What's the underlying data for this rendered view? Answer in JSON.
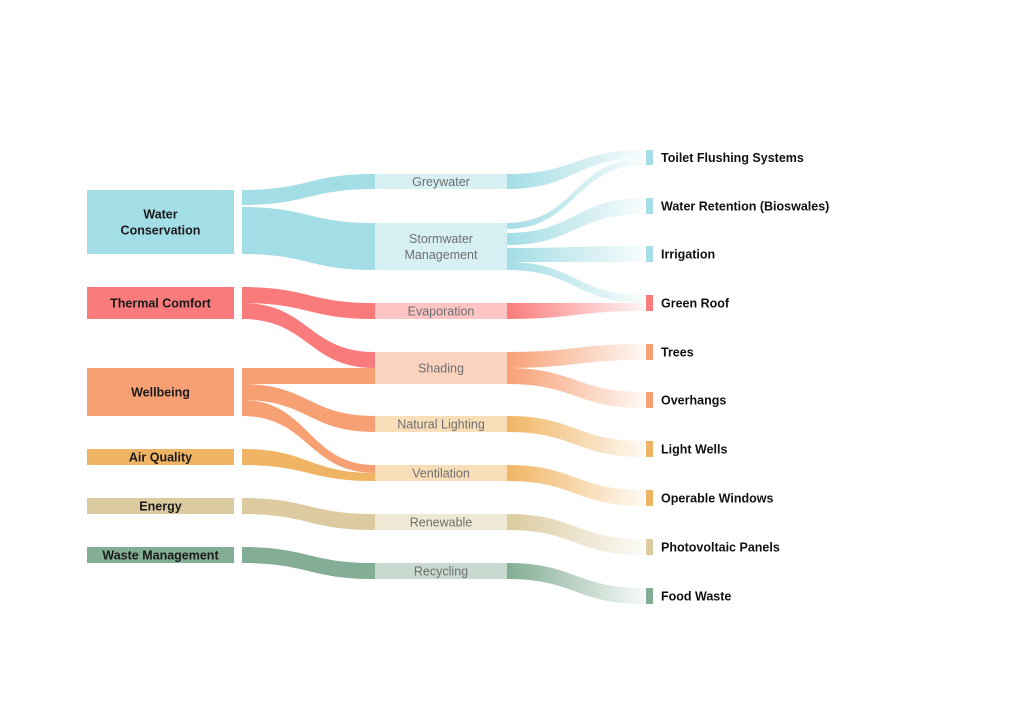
{
  "colors": {
    "water": "#a3dde5",
    "thermal": "#fa7b7b",
    "wellbeing": "#f7a074",
    "air": "#f0b564",
    "energy": "#dccba0",
    "waste": "#84ad95"
  },
  "sources": [
    {
      "id": "water",
      "lines": [
        "Water",
        "Conservation"
      ],
      "color": "water"
    },
    {
      "id": "thermal",
      "lines": [
        "Thermal Comfort"
      ],
      "color": "thermal"
    },
    {
      "id": "wellbeing",
      "lines": [
        "Wellbeing"
      ],
      "color": "wellbeing"
    },
    {
      "id": "air",
      "lines": [
        "Air Quality"
      ],
      "color": "air"
    },
    {
      "id": "energy",
      "lines": [
        "Energy"
      ],
      "color": "energy"
    },
    {
      "id": "waste",
      "lines": [
        "Waste Management"
      ],
      "color": "waste"
    }
  ],
  "middles": [
    {
      "id": "greywater",
      "lines": [
        "Greywater"
      ],
      "color": "water"
    },
    {
      "id": "stormwater",
      "lines": [
        "Stormwater",
        "Management"
      ],
      "color": "water"
    },
    {
      "id": "evaporation",
      "lines": [
        "Evaporation"
      ],
      "color": "thermal"
    },
    {
      "id": "shading",
      "lines": [
        "Shading"
      ],
      "color": "wellbeing"
    },
    {
      "id": "natural-lighting",
      "lines": [
        "Natural Lighting"
      ],
      "color": "air"
    },
    {
      "id": "ventilation",
      "lines": [
        "Ventilation"
      ],
      "color": "air"
    },
    {
      "id": "renewable",
      "lines": [
        "Renewable"
      ],
      "color": "energy"
    },
    {
      "id": "recycling",
      "lines": [
        "Recycling"
      ],
      "color": "waste"
    }
  ],
  "targets": [
    {
      "id": "toilet",
      "label": "Toilet Flushing Systems",
      "color": "water"
    },
    {
      "id": "retention",
      "label": "Water Retention (Bioswales)",
      "color": "water"
    },
    {
      "id": "irrigation",
      "label": "Irrigation",
      "color": "water"
    },
    {
      "id": "green-roof",
      "label": "Green Roof",
      "color": "thermal"
    },
    {
      "id": "trees",
      "label": "Trees",
      "color": "wellbeing"
    },
    {
      "id": "overhangs",
      "label": "Overhangs",
      "color": "wellbeing"
    },
    {
      "id": "light-wells",
      "label": "Light Wells",
      "color": "air"
    },
    {
      "id": "operable-windows",
      "label": "Operable Windows",
      "color": "air"
    },
    {
      "id": "pv-panels",
      "label": "Photovoltaic Panels",
      "color": "energy"
    },
    {
      "id": "food-waste",
      "label": "Food Waste",
      "color": "waste"
    }
  ],
  "links_left": [
    {
      "from": "water",
      "to": "greywater"
    },
    {
      "from": "water",
      "to": "stormwater"
    },
    {
      "from": "thermal",
      "to": "evaporation"
    },
    {
      "from": "thermal",
      "to": "shading"
    },
    {
      "from": "wellbeing",
      "to": "shading"
    },
    {
      "from": "wellbeing",
      "to": "natural-lighting"
    },
    {
      "from": "wellbeing",
      "to": "ventilation"
    },
    {
      "from": "air",
      "to": "ventilation"
    },
    {
      "from": "energy",
      "to": "renewable"
    },
    {
      "from": "waste",
      "to": "recycling"
    }
  ],
  "links_right": [
    {
      "from": "greywater",
      "to": "toilet"
    },
    {
      "from": "stormwater",
      "to": "toilet"
    },
    {
      "from": "stormwater",
      "to": "retention"
    },
    {
      "from": "stormwater",
      "to": "irrigation"
    },
    {
      "from": "stormwater",
      "to": "green-roof"
    },
    {
      "from": "evaporation",
      "to": "green-roof"
    },
    {
      "from": "shading",
      "to": "trees"
    },
    {
      "from": "shading",
      "to": "overhangs"
    },
    {
      "from": "natural-lighting",
      "to": "light-wells"
    },
    {
      "from": "ventilation",
      "to": "operable-windows"
    },
    {
      "from": "renewable",
      "to": "pv-panels"
    },
    {
      "from": "recycling",
      "to": "food-waste"
    }
  ]
}
